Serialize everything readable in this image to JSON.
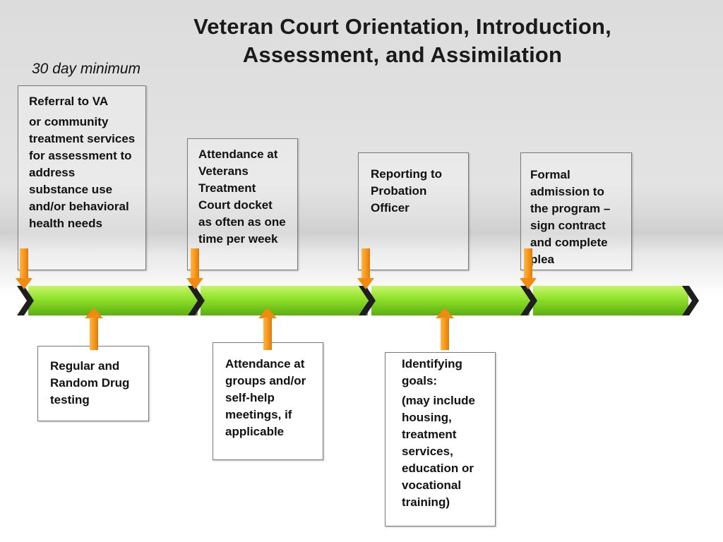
{
  "title_line1": "Veteran Court Orientation, Introduction,",
  "title_line2": "Assessment, and  Assimilation",
  "subtitle": "30 day minimum",
  "top_boxes": [
    {
      "lines": [
        "Referral to VA",
        "or community treatment services for assessment to address substance use and/or behavioral health needs"
      ]
    },
    {
      "lines": [
        "Attendance at Veterans Treatment Court docket as often as one time per week"
      ]
    },
    {
      "lines": [
        "Reporting to Probation Officer"
      ]
    },
    {
      "lines": [
        "Formal admission to the program – sign contract and complete plea"
      ]
    }
  ],
  "bottom_boxes": [
    {
      "lines": [
        "Regular and Random Drug testing"
      ]
    },
    {
      "lines": [
        "Attendance at groups and/or self-help meetings, if applicable"
      ]
    },
    {
      "lines": [
        "Identifying goals:",
        " (may include housing, treatment services, education or vocational training)"
      ]
    }
  ],
  "colors": {
    "timeline_bar": "#8ee02a",
    "arrow": "#f59a1f",
    "chevron": "#1a1a1a"
  }
}
